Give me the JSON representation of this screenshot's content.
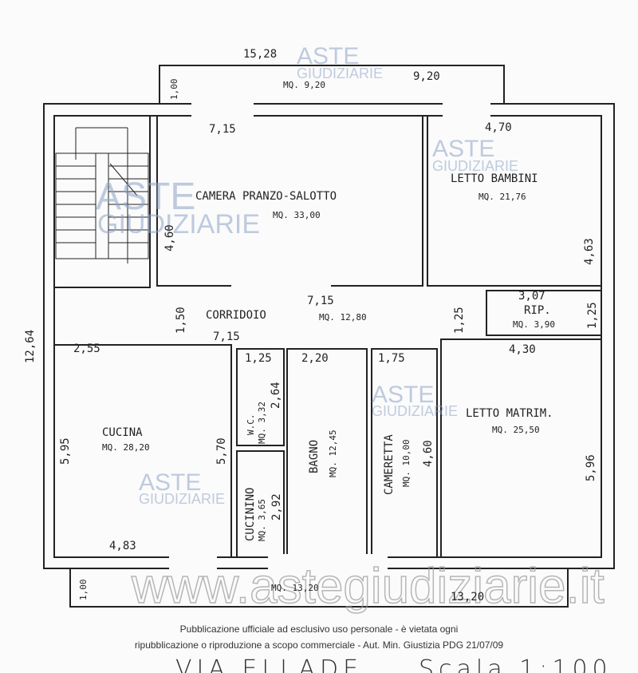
{
  "rooms": {
    "soggiorno": {
      "name": "CAMERA PRANZO-SALOTTO",
      "area": "MQ. 33,00",
      "w": "7,15",
      "h": "4,60"
    },
    "letto_bambini": {
      "name": "LETTO BAMBINI",
      "area": "MQ. 21,76",
      "w": "4,70",
      "h": "4,63"
    },
    "corridoio": {
      "name": "CORRIDOIO",
      "area": "MQ. 12,80",
      "w": "7,15",
      "w2": "7,15",
      "h": "1,50",
      "h2": "1,25"
    },
    "ripostiglio": {
      "name": "RIP.",
      "area": "MQ. 3,90",
      "w": "3,07",
      "h": "1,25"
    },
    "cucina": {
      "name": "CUCINA",
      "area": "MQ. 28,20",
      "w": "2,55",
      "w2": "4,83",
      "h": "5,95",
      "h2": "5,70"
    },
    "wc": {
      "name": "W.C.",
      "area": "MQ. 3,32",
      "w": "1,25",
      "h": "2,64"
    },
    "cucinino": {
      "name": "CUCININO",
      "area": "MQ. 3,65",
      "h": "2,92"
    },
    "bagno": {
      "name": "BAGNO",
      "area": "MQ. 12,45",
      "w": "2,20"
    },
    "cameretta": {
      "name": "CAMERETTA",
      "area": "MQ. 10,00",
      "w": "1,75",
      "h": "4,60"
    },
    "letto_matrim": {
      "name": "LETTO MATRIM.",
      "area": "MQ. 25,50",
      "w": "4,30",
      "h": "5,96"
    }
  },
  "balcony_top": {
    "area": "MQ. 9,20",
    "w": "9,20",
    "d": "1,00"
  },
  "balcony_bottom": {
    "area": "MQ. 13,20",
    "w": "13,20",
    "d": "1,00"
  },
  "overall": {
    "width": "15,28",
    "height": "12,64"
  },
  "watermark": {
    "line1": "ASTE",
    "line2": "GIUDIZIARIE",
    "url": "www.astegiudiziarie.it"
  },
  "footer": {
    "line1": "Pubblicazione ufficiale ad esclusivo uso personale - è vietata ogni",
    "line2": "ripubblicazione o riproduzione a scopo commerciale - Aut. Min. Giustizia PDG 21/07/09"
  },
  "street": "VIA ELLADE",
  "scale": "Scala 1:100"
}
